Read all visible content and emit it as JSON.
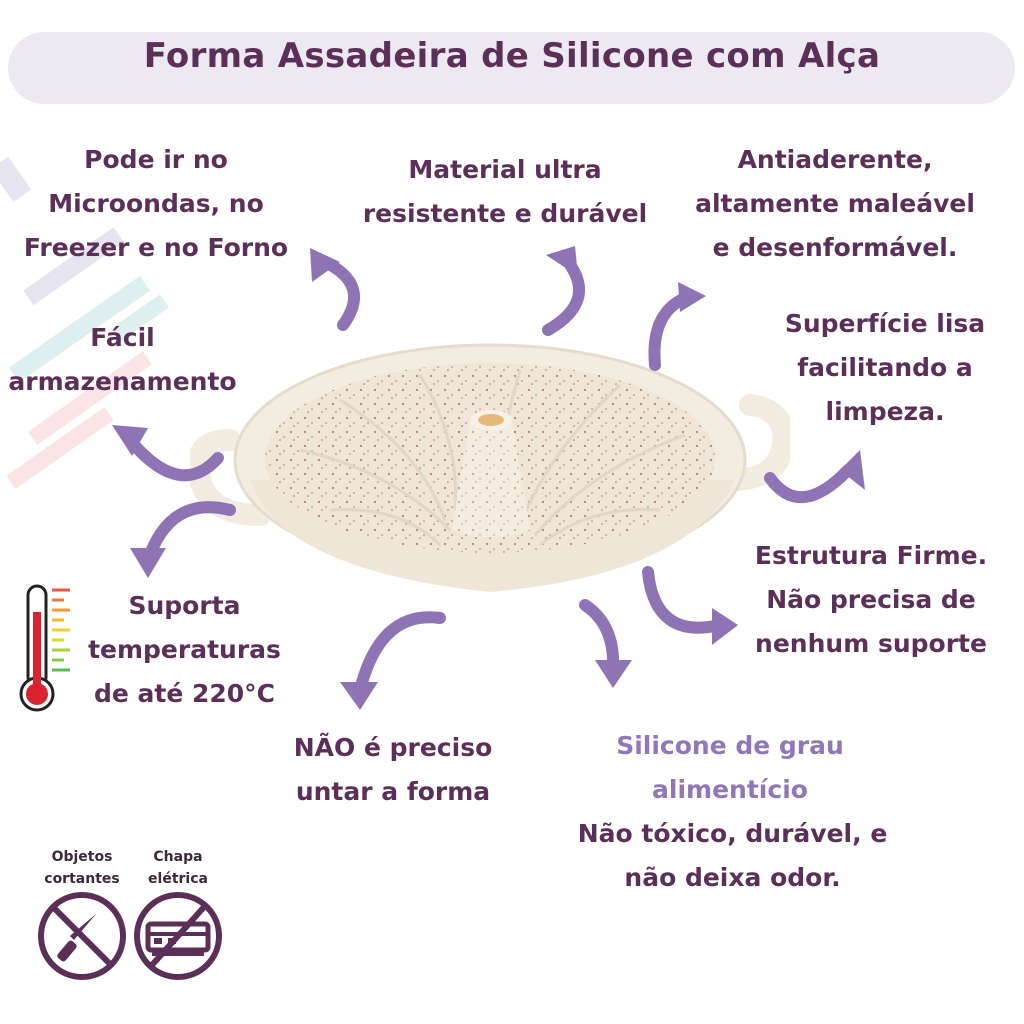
{
  "title": "Forma Assadeira de Silicone com Alça",
  "features": {
    "microwave": "Pode ir no\nMicroondas, no\nFreezer e no Forno",
    "material": "Material ultra\nresistente e durável",
    "nonstick": "Antiaderente,\naltamente maleável\ne desenformável.",
    "storage": "Fácil\narmazenamento",
    "smooth": "Superfície lisa\nfacilitando a\nlimpeza.",
    "structure": "Estrutura Firme.\nNão precisa de\nnenhum suporte",
    "temperature": "Suporta\ntemperaturas\nde até 220°C",
    "no_grease": "NÃO é preciso\nuntar a forma",
    "food_grade_title": "Silicone de grau\nalimentício",
    "food_grade_desc": "Não tóxico, durável, e\nnão deixa odor."
  },
  "warnings": {
    "sharp_label": "Objetos\ncortantes",
    "electric_label": "Chapa\nelétrica",
    "sharp_icon": "no-knife-icon",
    "electric_icon": "no-electric-griddle-icon"
  },
  "colors": {
    "primary": "#5b2f57",
    "accent": "#9078b8",
    "title_bg": "#ece9f2",
    "pan": "#f3ece1"
  }
}
